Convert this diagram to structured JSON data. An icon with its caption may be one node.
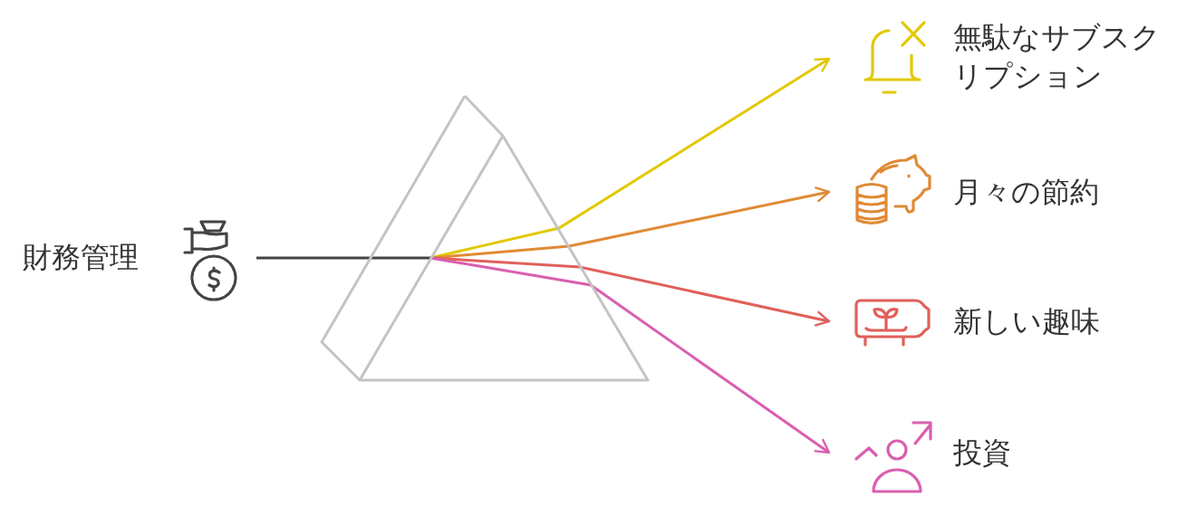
{
  "diagram": {
    "nodes": [
      {
        "text": [
          "財務管理"
        ]
      },
      {
        "text": [],
        "shape": "prism"
      },
      {
        "text": [
          "無駄なサブスクリプション"
        ]
      },
      {
        "text": [
          "月々の節約"
        ]
      },
      {
        "text": [
          "新しい趣味"
        ]
      },
      {
        "text": [
          "投資"
        ]
      }
    ],
    "edges": [
      {
        "from": 0,
        "to": 1,
        "arrow": "none",
        "color": "#444444"
      },
      {
        "from": 1,
        "to": 2,
        "arrow": "to",
        "color": "#e2c800"
      },
      {
        "from": 1,
        "to": 3,
        "arrow": "to",
        "color": "#e08a35"
      },
      {
        "from": 1,
        "to": 4,
        "arrow": "to",
        "color": "#e0605a"
      },
      {
        "from": 1,
        "to": 5,
        "arrow": "to",
        "color": "#d95fb0"
      }
    ]
  }
}
